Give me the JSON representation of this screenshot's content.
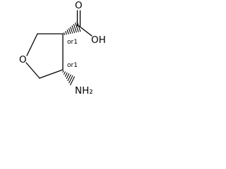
{
  "molecule": {
    "atoms": {
      "ring_oxygen": "O",
      "carboxyl_carbonyl_oxygen": "O",
      "carboxyl_hydroxyl": "OH",
      "amino": "NH₂"
    },
    "stereo_labels": {
      "c3": "or1",
      "c4": "or1"
    },
    "stereo_bonds": [
      "hashed-wedge",
      "hashed-wedge"
    ]
  }
}
